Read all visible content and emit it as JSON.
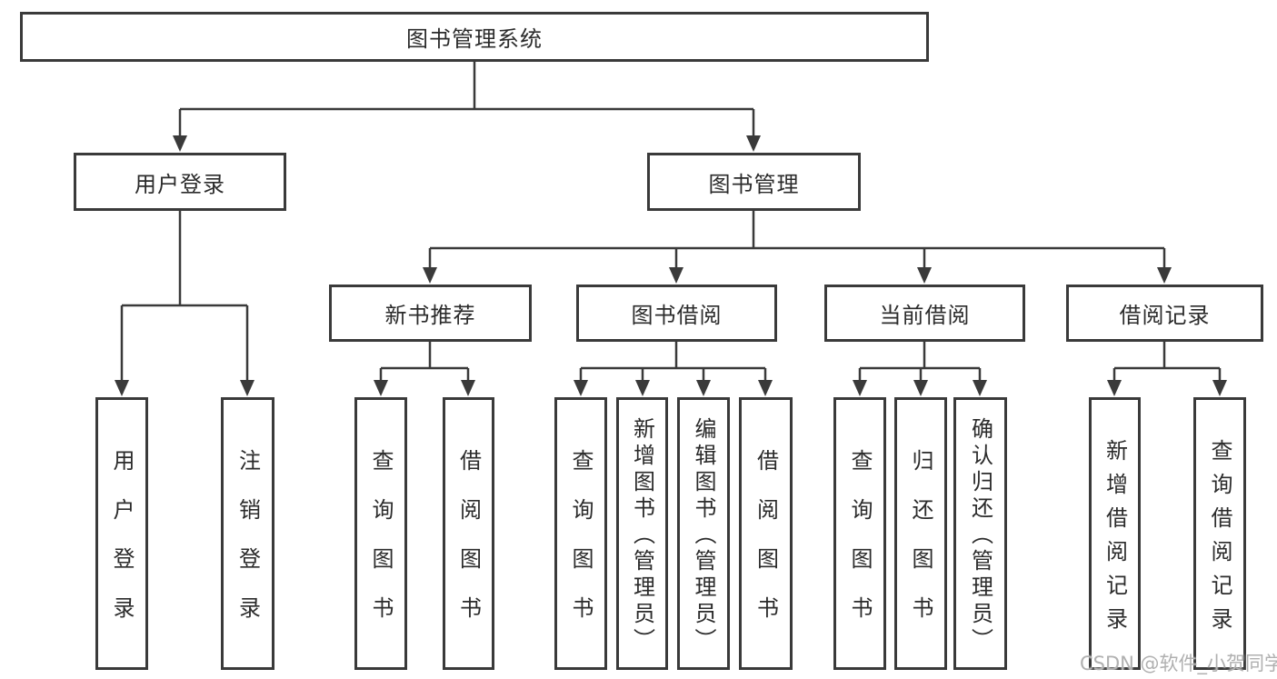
{
  "colors": {
    "line": "#3a3a3a",
    "text": "#2b2b2b",
    "watermark": "#b0b0b0",
    "background": "#ffffff"
  },
  "tree": {
    "root": "图书管理系统",
    "children": [
      {
        "label": "用户登录",
        "children": [
          "用户登录",
          "注销登录"
        ]
      },
      {
        "label": "图书管理",
        "children": [
          {
            "label": "新书推荐",
            "children": [
              "查询图书",
              "借阅图书"
            ]
          },
          {
            "label": "图书借阅",
            "children": [
              "查询图书",
              "新增图书（管理员）",
              "编辑图书（管理员）",
              "借阅图书"
            ]
          },
          {
            "label": "当前借阅",
            "children": [
              "查询图书",
              "归还图书",
              "确认归还（管理员）"
            ]
          },
          {
            "label": "借阅记录",
            "children": [
              "新增借阅记录",
              "查询借阅记录"
            ]
          }
        ]
      }
    ]
  },
  "watermark": {
    "text": "CSDN @软件_小贺同学"
  }
}
